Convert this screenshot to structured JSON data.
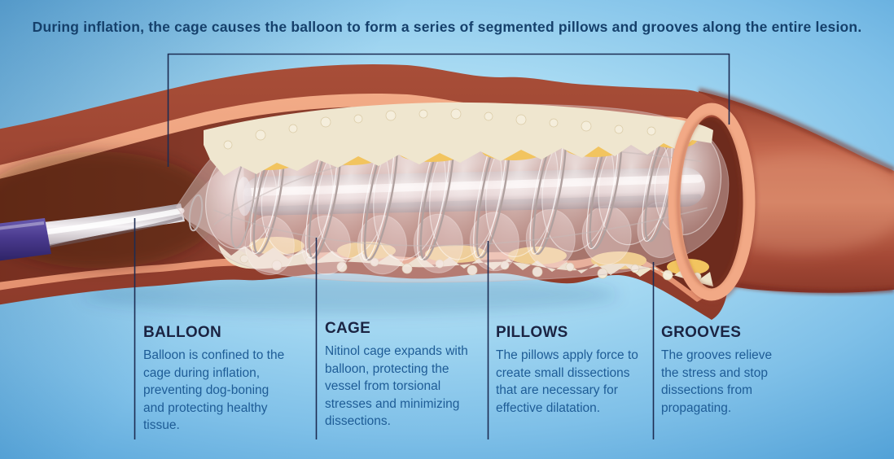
{
  "title": "During inflation, the cage causes the balloon to form a series of segmented pillows and grooves along the entire lesion.",
  "labels": [
    {
      "id": "balloon",
      "heading": "BALLOON",
      "body": "Balloon is confined to the cage during inflation, preventing dog-boning and protecting healthy tissue."
    },
    {
      "id": "cage",
      "heading": "CAGE",
      "body": "Nitinol cage expands with balloon, protecting the vessel from torsional stresses and minimizing dissections."
    },
    {
      "id": "pillows",
      "heading": "PILLOWS",
      "body": "The pillows apply force to create small dissections that are necessary for effective dilatation."
    },
    {
      "id": "grooves",
      "heading": "GROOVES",
      "body": "The grooves relieve the stress and stop dissections from propagating."
    }
  ],
  "illustration": {
    "parts": [
      "distal-vessel",
      "artery-outer-wall",
      "artery-inner-wall",
      "artery-lumen",
      "plaque",
      "catheter-shaft",
      "catheter-hub",
      "balloon-body",
      "balloon-pillows",
      "nitinol-cage-wires",
      "vessel-cutaway-rim",
      "annotation-bracket",
      "leader-lines"
    ]
  },
  "colors": {
    "background_center": "#b9e2f6",
    "background_edge": "#2a80bc",
    "title_text": "#15406b",
    "heading_text": "#1b2443",
    "body_text": "#1e5c96",
    "annotation_line": "#1d2c52",
    "vessel_outer_wall": "#a04632",
    "vessel_inner_wall": "#eda181",
    "lumen": "#82341f",
    "plaque_cream": "#efe6cf",
    "plaque_yellow": "#f2c45f",
    "cage_wire": "#b0a19f",
    "catheter_hub_purple": "#4a3a8e"
  }
}
